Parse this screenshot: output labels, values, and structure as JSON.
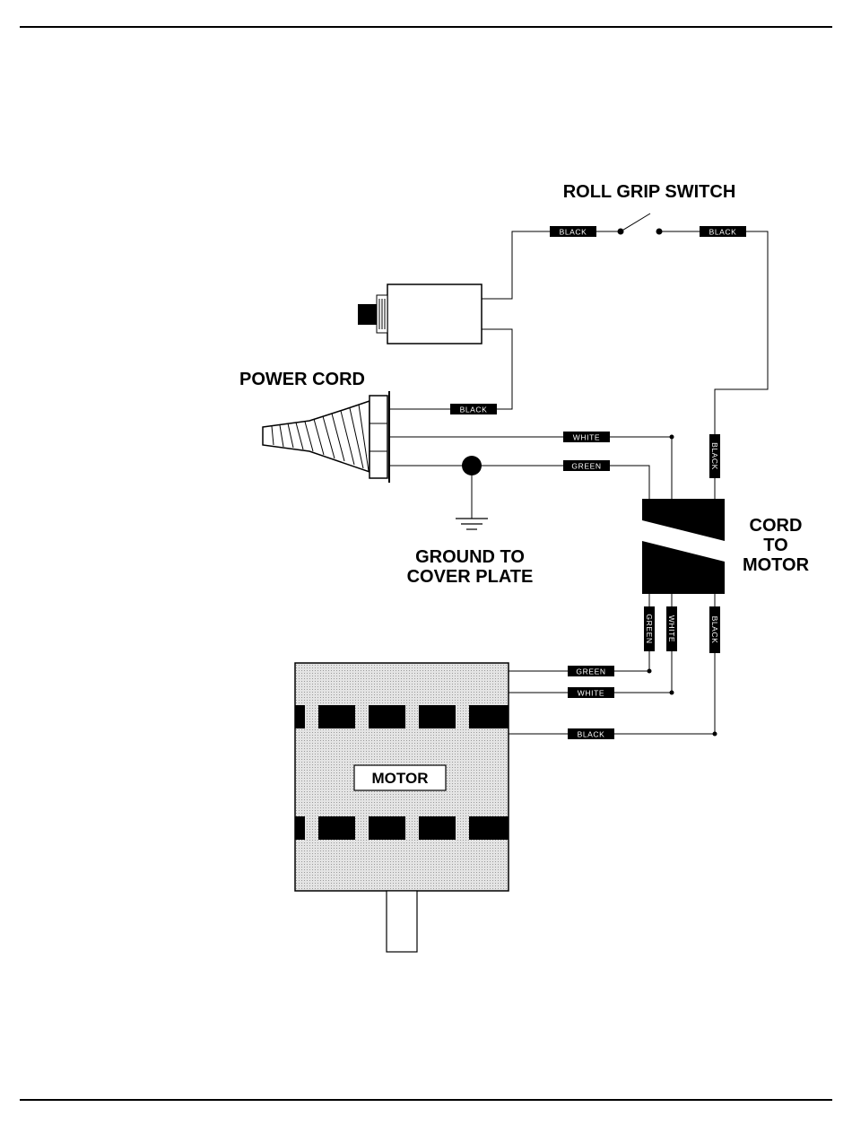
{
  "labels": {
    "roll_grip_switch": "ROLL GRIP SWITCH",
    "power_cord": "POWER CORD",
    "ground_line1": "GROUND TO",
    "ground_line2": "COVER PLATE",
    "cord_line1": "CORD",
    "cord_line2": "TO",
    "cord_line3": "MOTOR",
    "motor": "MOTOR"
  },
  "wire_tags": {
    "switch_in": "BLACK",
    "switch_out": "BLACK",
    "cord_black": "BLACK",
    "cord_white": "WHITE",
    "cord_green": "GREEN",
    "right_black": "BLACK",
    "conn_green": "GREEN",
    "conn_white": "WHITE",
    "conn_black": "BLACK",
    "motor_green": "GREEN",
    "motor_white": "WHITE",
    "motor_black": "BLACK"
  },
  "colors": {
    "line": "#000000",
    "motor_fill": "#d8d8d8",
    "tag_fill": "#000000",
    "tag_text": "#ffffff"
  }
}
